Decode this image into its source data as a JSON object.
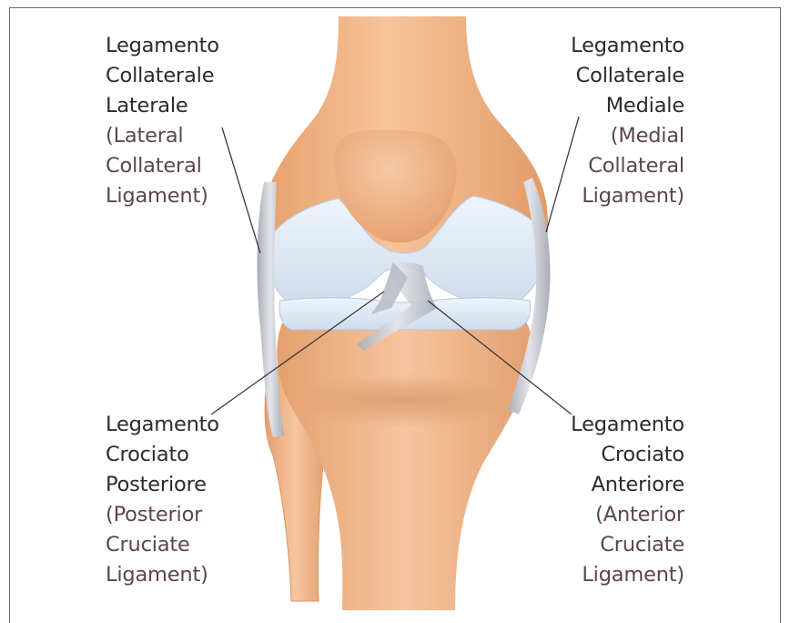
{
  "labels": {
    "lcl": {
      "it": [
        "Legamento",
        "Collaterale",
        "Laterale"
      ],
      "en": [
        "(Lateral",
        "Collateral",
        "Ligament)"
      ]
    },
    "mcl": {
      "it": [
        "Legamento",
        "Collaterale",
        "Mediale"
      ],
      "en": [
        "(Medial",
        "Collateral",
        "Ligament)"
      ]
    },
    "pcl": {
      "it": [
        "Legamento",
        "Crociato",
        "Posteriore"
      ],
      "en": [
        "(Posterior",
        "Cruciate",
        "Ligament)"
      ]
    },
    "acl": {
      "it": [
        "Legamento",
        "Crociato",
        "Anteriore"
      ],
      "en": [
        "(Anterior",
        "Cruciate",
        "Ligament)"
      ]
    }
  },
  "colors": {
    "bone": "#f2b78a",
    "bone_dark": "#dd9463",
    "cartilage": "#dfe9f5",
    "meniscus": "#cfdbe9",
    "ligament": "#c5c8cf",
    "italian_text": "#2e2a2a",
    "english_text": "#5c4450",
    "leader_line": "#3a3a3a"
  }
}
